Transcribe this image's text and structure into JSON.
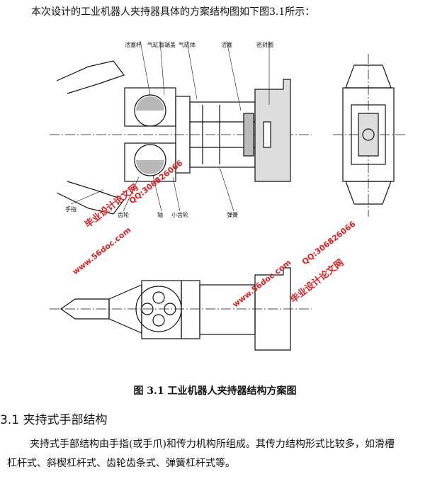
{
  "intro_text": "本次设计的工业机器人夹持器具体的方案结构图如下图3.1所示：",
  "figure": {
    "part_labels": {
      "piston_rod": "活塞杆",
      "cylinder_seal": "气缸盲端盖",
      "cylinder": "气缸体",
      "piston": "活塞",
      "seal_ring": "密封圈",
      "finger": "手指",
      "gear": "齿轮",
      "shaft": "轴",
      "small_gear": "小齿轮",
      "spring": "弹簧"
    },
    "watermarks": {
      "site_1": "www.56doc.com",
      "qq_1": "QQ:306826066",
      "brand_1": "毕业设计论文网",
      "site_2": "www.56doc.com",
      "qq_2": "QQ:306826066",
      "brand_2": "毕业设计论文网"
    }
  },
  "caption": "图 3.1  工业机器人夹持器结构方案图",
  "section_heading": "3.1  夹持式手部结构",
  "paragraph": "夹持式手部结构由手指(或手爪)和传力机构所组成。其传力结构形式比较多，如滑槽杠杆式、斜楔杠杆式、齿轮齿条式、弹簧杠杆式等。"
}
